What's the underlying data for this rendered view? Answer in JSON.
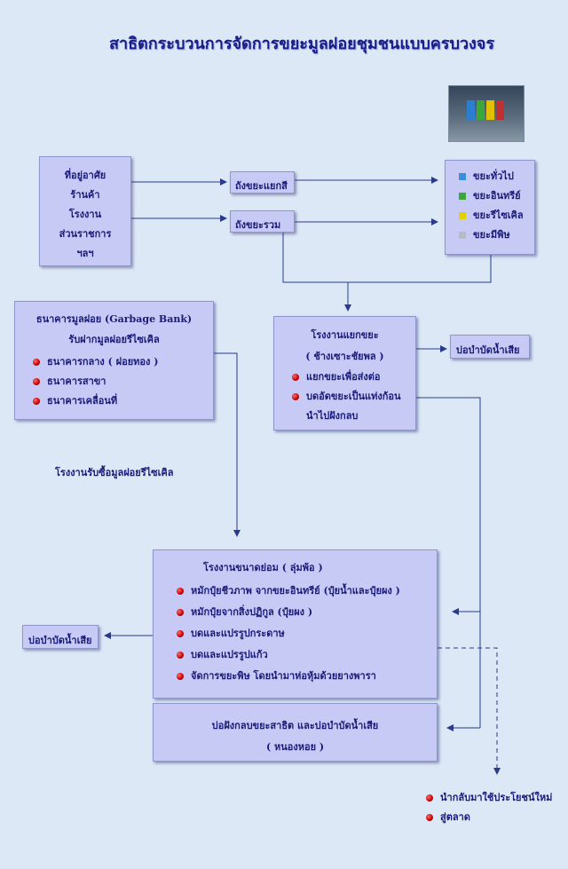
{
  "title": "สาธิตกระบวนการจัดการขยะมูลฝอยชุมชนแบบครบวงจร",
  "sources": [
    "ที่อยู่อาศัย",
    "ร้านค้า",
    "โรงงาน",
    "ส่วนราชการ",
    "ฯลฯ"
  ],
  "bin_separate": "ถังขยะแยกสี",
  "bin_mixed": "ถังขยะรวม",
  "waste_types": [
    {
      "label": "ขยะทั่วไป",
      "color": "#3a8fd8"
    },
    {
      "label": "ขยะอินทรีย์",
      "color": "#3aa838"
    },
    {
      "label": "ขยะรีไซเคิล",
      "color": "#e0d000"
    },
    {
      "label": "ขยะมีพิษ",
      "color": "#b8bcc8"
    }
  ],
  "bank": {
    "title": "ธนาคารมูลฝอย (Garbage Bank)",
    "subtitle": "รับฝากมูลฝอยรีไซเคิล",
    "items": [
      "ธนาคารกลาง ( ฝอยทอง )",
      "ธนาคารสาขา",
      "ธนาคารเคลื่อนที่"
    ]
  },
  "sorting_plant": {
    "title": "โรงงานแยกขยะ",
    "subtitle": "( ช้างเซาะชัยพล )",
    "items": [
      "แยกขยะเพื่อส่งต่อ",
      "บดอัดขยะเป็นแท่งก้อน"
    ],
    "continuation": "นำไปฝังกลบ"
  },
  "wastewater_1": "บ่อบำบัดน้ำเสีย",
  "recycle_buyer": "โรงงานรับซื้อมูลฝอยรีไซเคิล",
  "small_factory": {
    "title": "โรงงานขนาดย่อม ( ลุ่มพ้อ )",
    "items": [
      "หมักปุ๋ยชีวภาพ จากขยะอินทรีย์ (ปุ๋ยน้ำและปุ๋ยผง )",
      "หมักปุ๋ยจากสิ่งปฏิกูล (ปุ๋ยผง )",
      "บดและแปรรูปกระดาษ",
      "บดและแปรรูปแก้ว",
      "จัดการขยะพิษ โดยนำมาห่อหุ้มด้วยยางพารา"
    ]
  },
  "wastewater_2": "บ่อบำบัดน้ำเสีย",
  "landfill": {
    "line1": "บ่อฝังกลบขยะสาธิต และบ่อบำบัดน้ำเสีย",
    "line2": "( หนองหอย )"
  },
  "outcomes": [
    "นำกลับมาใช้ประโยชน์ใหม่",
    "สู่ตลาด"
  ],
  "colors": {
    "background": "#dce8f6",
    "box": "#c6caf5",
    "text": "#1a1a7a",
    "line": "#2a3a8a",
    "bullet": "#c40000"
  }
}
